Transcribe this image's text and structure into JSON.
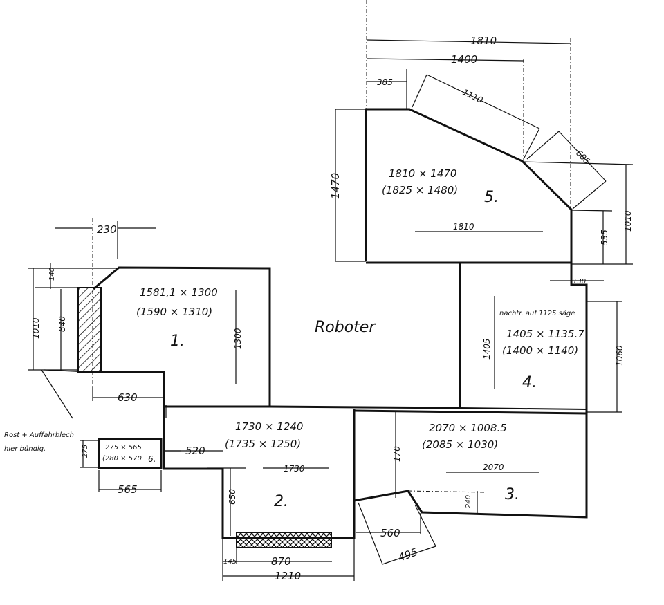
{
  "drawing": {
    "title": "Roboter",
    "note_left": [
      "Rost + Auffahrblech",
      "hier bündig."
    ],
    "note_area4": "nachtr. auf 1125 säge"
  },
  "areas": [
    {
      "number": "1.",
      "size": "1581,1 × 1300",
      "alt_size": "(1590 × 1310)"
    },
    {
      "number": "2.",
      "size": "1730 × 1240",
      "alt_size": "(1735 × 1250)"
    },
    {
      "number": "3.",
      "size": "2070 × 1008.5",
      "alt_size": "(2085 × 1030)"
    },
    {
      "number": "4.",
      "size": "1405 × 1135.7",
      "alt_size": "(1400 × 1140)"
    },
    {
      "number": "5.",
      "size": "1810 × 1470",
      "alt_size": "(1825 × 1480)"
    },
    {
      "number": "6.",
      "size": "275 × 565",
      "alt_size": "(280 × 570"
    }
  ],
  "dimensions": {
    "top_1810": "1810",
    "top_1400": "1400",
    "top_385": "385",
    "diag_1110": "1110",
    "diag_605": "605",
    "area5_height": "1470",
    "area5_width": "1810",
    "right_535": "535",
    "right_1010": "1010",
    "notch_130": "130",
    "right_1060": "1060",
    "area4_height": "1405",
    "left_230": "230",
    "left_140": "140",
    "left_1010": "1010",
    "left_840": "840",
    "area1_height": "1300",
    "left_630": "630",
    "area6_height": "275",
    "area6_width": "565",
    "gap_520": "520",
    "area2_width": "1730",
    "area2_650": "650",
    "bottom_145": "145",
    "bottom_870": "870",
    "bottom_1210": "1210",
    "area3_170": "170",
    "area3_width": "2070",
    "area3_240": "240",
    "bottom_560": "560",
    "bottom_495": "495"
  }
}
